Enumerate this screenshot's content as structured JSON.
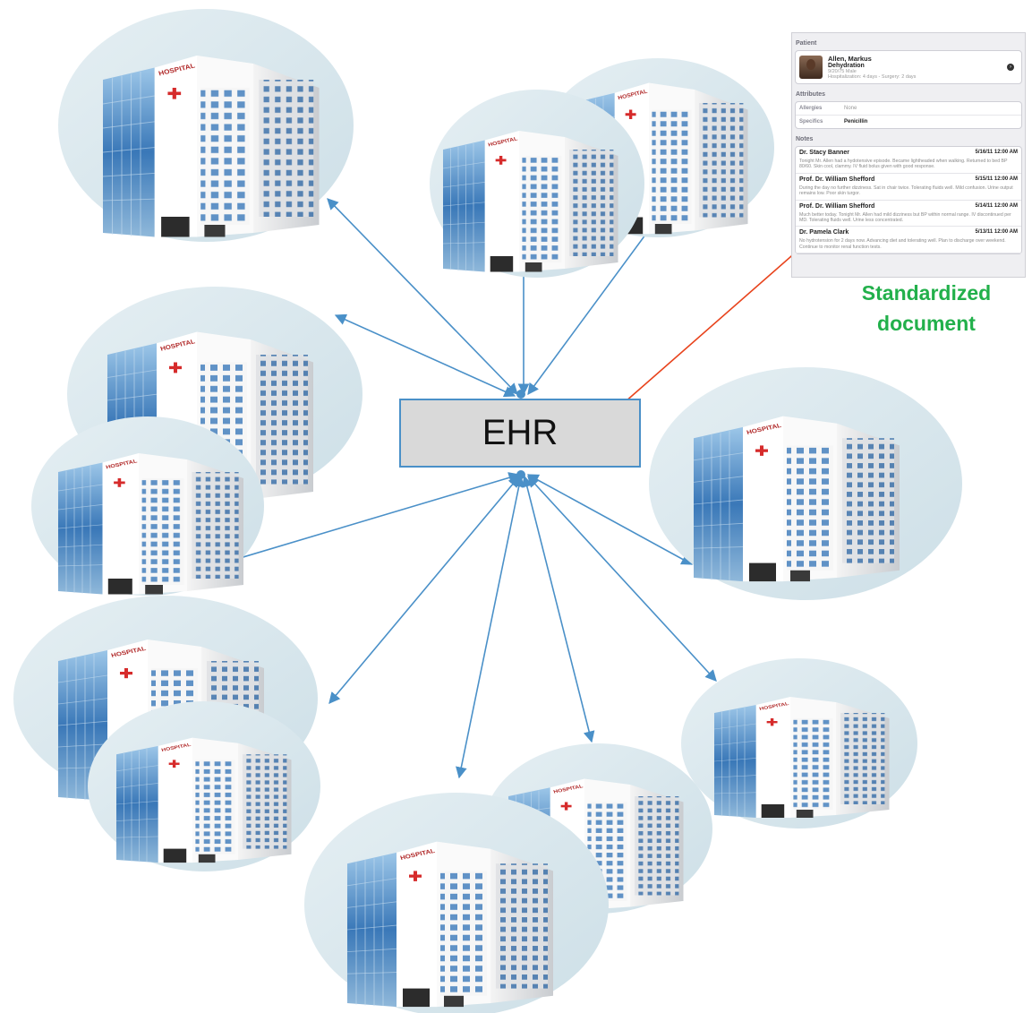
{
  "ehr": {
    "label": "EHR"
  },
  "document": {
    "caption_line1": "Standardized",
    "caption_line2": "document",
    "patient_section": "Patient",
    "patient": {
      "name": "Allen, Markus",
      "diagnosis": "Dehydration",
      "dob": "9/20/75 Male",
      "stay": "Hospitalization: 4 days - Surgery: 2 days"
    },
    "attributes_section": "Attributes",
    "attributes": [
      {
        "label": "Allergies",
        "value": "None"
      },
      {
        "label": "Specifics",
        "value": "Penicillin"
      }
    ],
    "notes_section": "Notes",
    "notes": [
      {
        "author": "Dr. Stacy Banner",
        "date": "5/16/11 12:00 AM",
        "text": "Tonight Mr. Allen had a hydotensive episode. Became lightheaded when walking. Returned to bed BP 80/60. Skin cool, clammy. IV fluid bolus given with good response."
      },
      {
        "author": "Prof. Dr. William Shefford",
        "date": "5/15/11 12:00 AM",
        "text": "During the day no further dizziness. Sat in chair twice. Tolerating fluids well. Mild confusion. Urine output remains low. Poor skin turgor."
      },
      {
        "author": "Prof. Dr. William Shefford",
        "date": "5/14/11 12:00 AM",
        "text": "Much better today. Tonight Mr. Allen had mild dizziness but BP within normal range. IV discontinued per MD. Tolerating fluids well. Urine less concentrated."
      },
      {
        "author": "Dr. Pamela Clark",
        "date": "5/13/11 12:00 AM",
        "text": "No hydrotension for 2 days now. Advancing diet and tolerating well. Plan to discharge over weekend. Continue to monitor renal function tests."
      }
    ]
  },
  "colors": {
    "connector": "#4a90c8",
    "document_link": "#e8431c",
    "caption": "#22b04b",
    "ehr_fill": "#d9d9d9",
    "bubble": "#dbe8ee"
  },
  "icons": {
    "hospital": "hospital-building-icon",
    "hub": "ehr-hub-node"
  }
}
